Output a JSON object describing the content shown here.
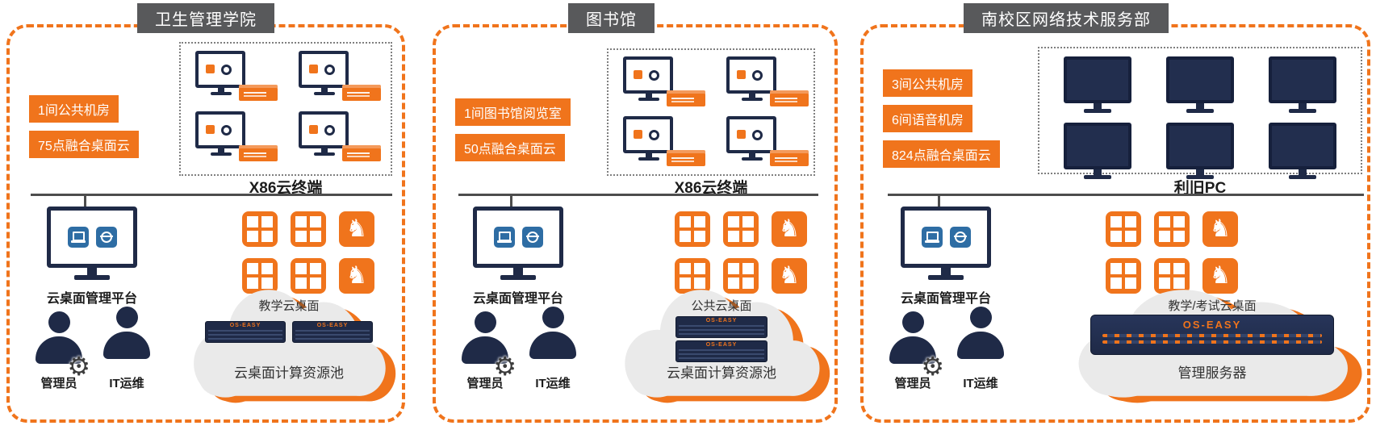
{
  "colors": {
    "accent": "#F0741C",
    "title_bg": "#58595B",
    "navy": "#1F2A47"
  },
  "panels": [
    {
      "title": "卫生管理学院",
      "labels": [
        "1间公共机房",
        "75点融合桌面云"
      ],
      "terminal_label": "X86云终端",
      "platform_label": "云桌面管理平台",
      "admin_label": "管理员",
      "it_label": "IT运维",
      "cloud_top": "教学云桌面",
      "cloud_bottom": "云桌面计算资源池",
      "server_brand": "OS-EASY"
    },
    {
      "title": "图书馆",
      "labels": [
        "1间图书馆阅览室",
        "50点融合桌面云"
      ],
      "terminal_label": "X86云终端",
      "platform_label": "云桌面管理平台",
      "admin_label": "管理员",
      "it_label": "IT运维",
      "cloud_top": "公共云桌面",
      "cloud_bottom": "云桌面计算资源池",
      "server_brand": "OS-EASY"
    },
    {
      "title": "南校区网络技术服务部",
      "labels": [
        "3间公共机房",
        "6间语音机房",
        "824点融合桌面云"
      ],
      "terminal_label": "利旧PC",
      "platform_label": "云桌面管理平台",
      "admin_label": "管理员",
      "it_label": "IT运维",
      "cloud_top": "教学/考试云桌面",
      "cloud_bottom": "管理服务器",
      "server_brand": "OS-EASY"
    }
  ]
}
